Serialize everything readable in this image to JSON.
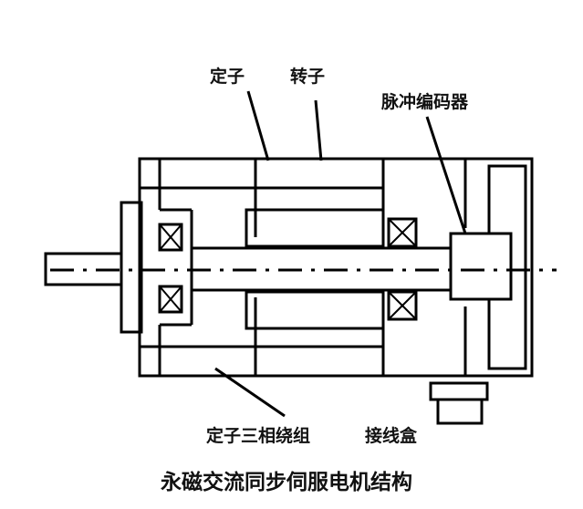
{
  "labels": {
    "stator": "定子",
    "rotor": "转子",
    "encoder": "脉冲编码器",
    "winding": "定子三相绕组",
    "junction_box": "接线盒"
  },
  "caption": "永磁交流同步伺服电机结构",
  "colors": {
    "line": "#000000",
    "background": "#ffffff"
  }
}
